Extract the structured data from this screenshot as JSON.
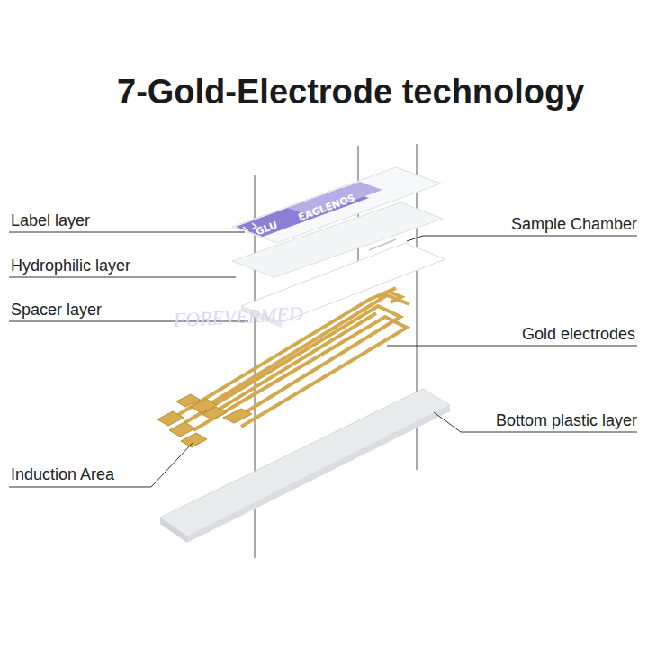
{
  "diagram": {
    "title": "7-Gold-Electrode technology",
    "labels": [
      "Label layer",
      "Hydrophilic layer",
      "Spacer layer",
      "Induction Area",
      "Sample Chamber",
      "Gold electrodes",
      "Bottom plastic layer",
      "EAGLENOS",
      "GLU",
      "FOREVERMED"
    ]
  }
}
